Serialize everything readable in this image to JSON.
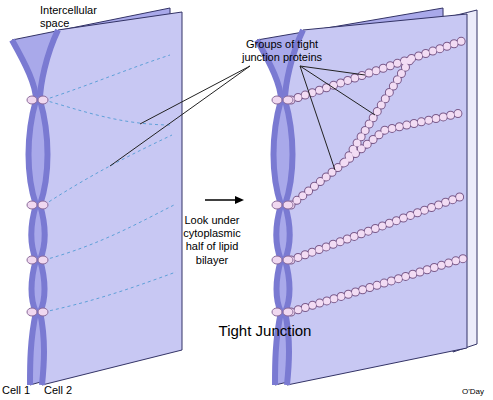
{
  "diagram": {
    "title": "Tight Junction",
    "labels": [
      "Intercellular space",
      "Groups of tight junction proteins",
      "Look under cytoplasmic half of lipid bilayer",
      "Cell 1",
      "Cell 2",
      "O'Day"
    ]
  }
}
